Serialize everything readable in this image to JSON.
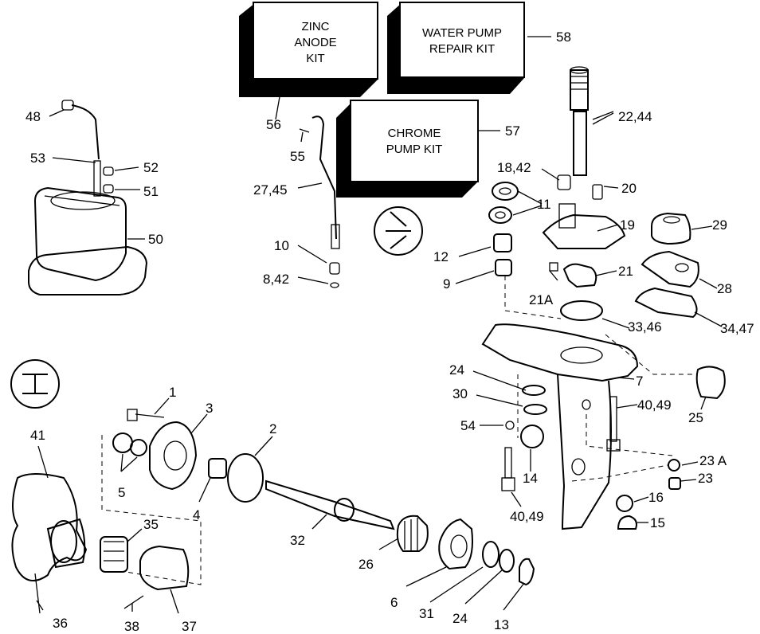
{
  "kits": [
    {
      "id": "56",
      "lines": [
        "ZINC",
        "ANODE",
        "KIT"
      ]
    },
    {
      "id": "58",
      "lines": [
        "WATER PUMP",
        "REPAIR KIT"
      ]
    },
    {
      "id": "57",
      "lines": [
        "CHROME",
        "PUMP KIT"
      ]
    }
  ],
  "callouts": {
    "c1": "1",
    "c2": "2",
    "c3": "3",
    "c4": "4",
    "c5": "5",
    "c6": "6",
    "c7": "7",
    "c8_42": "8,42",
    "c9": "9",
    "c10": "10",
    "c11": "11",
    "c12": "12",
    "c13": "13",
    "c14": "14",
    "c15": "15",
    "c16": "16",
    "c18_42": "18,42",
    "c19": "19",
    "c20": "20",
    "c21": "21",
    "c21a": "21A",
    "c22_44": "22,44",
    "c23": "23",
    "c23a": "23 A",
    "c24a": "24",
    "c24b": "24",
    "c25": "25",
    "c26": "26",
    "c27_45": "27,45",
    "c28": "28",
    "c29": "29",
    "c30": "30",
    "c31": "31",
    "c32": "32",
    "c33_46": "33,46",
    "c34_47": "34,47",
    "c35": "35",
    "c36": "36",
    "c37": "37",
    "c38": "38",
    "c40_49a": "40,49",
    "c40_49b": "40,49",
    "c41": "41",
    "c48": "48",
    "c50": "50",
    "c51": "51",
    "c52": "52",
    "c53": "53",
    "c54": "54",
    "c55": "55",
    "c56": "56",
    "c57": "57",
    "c58": "58"
  }
}
